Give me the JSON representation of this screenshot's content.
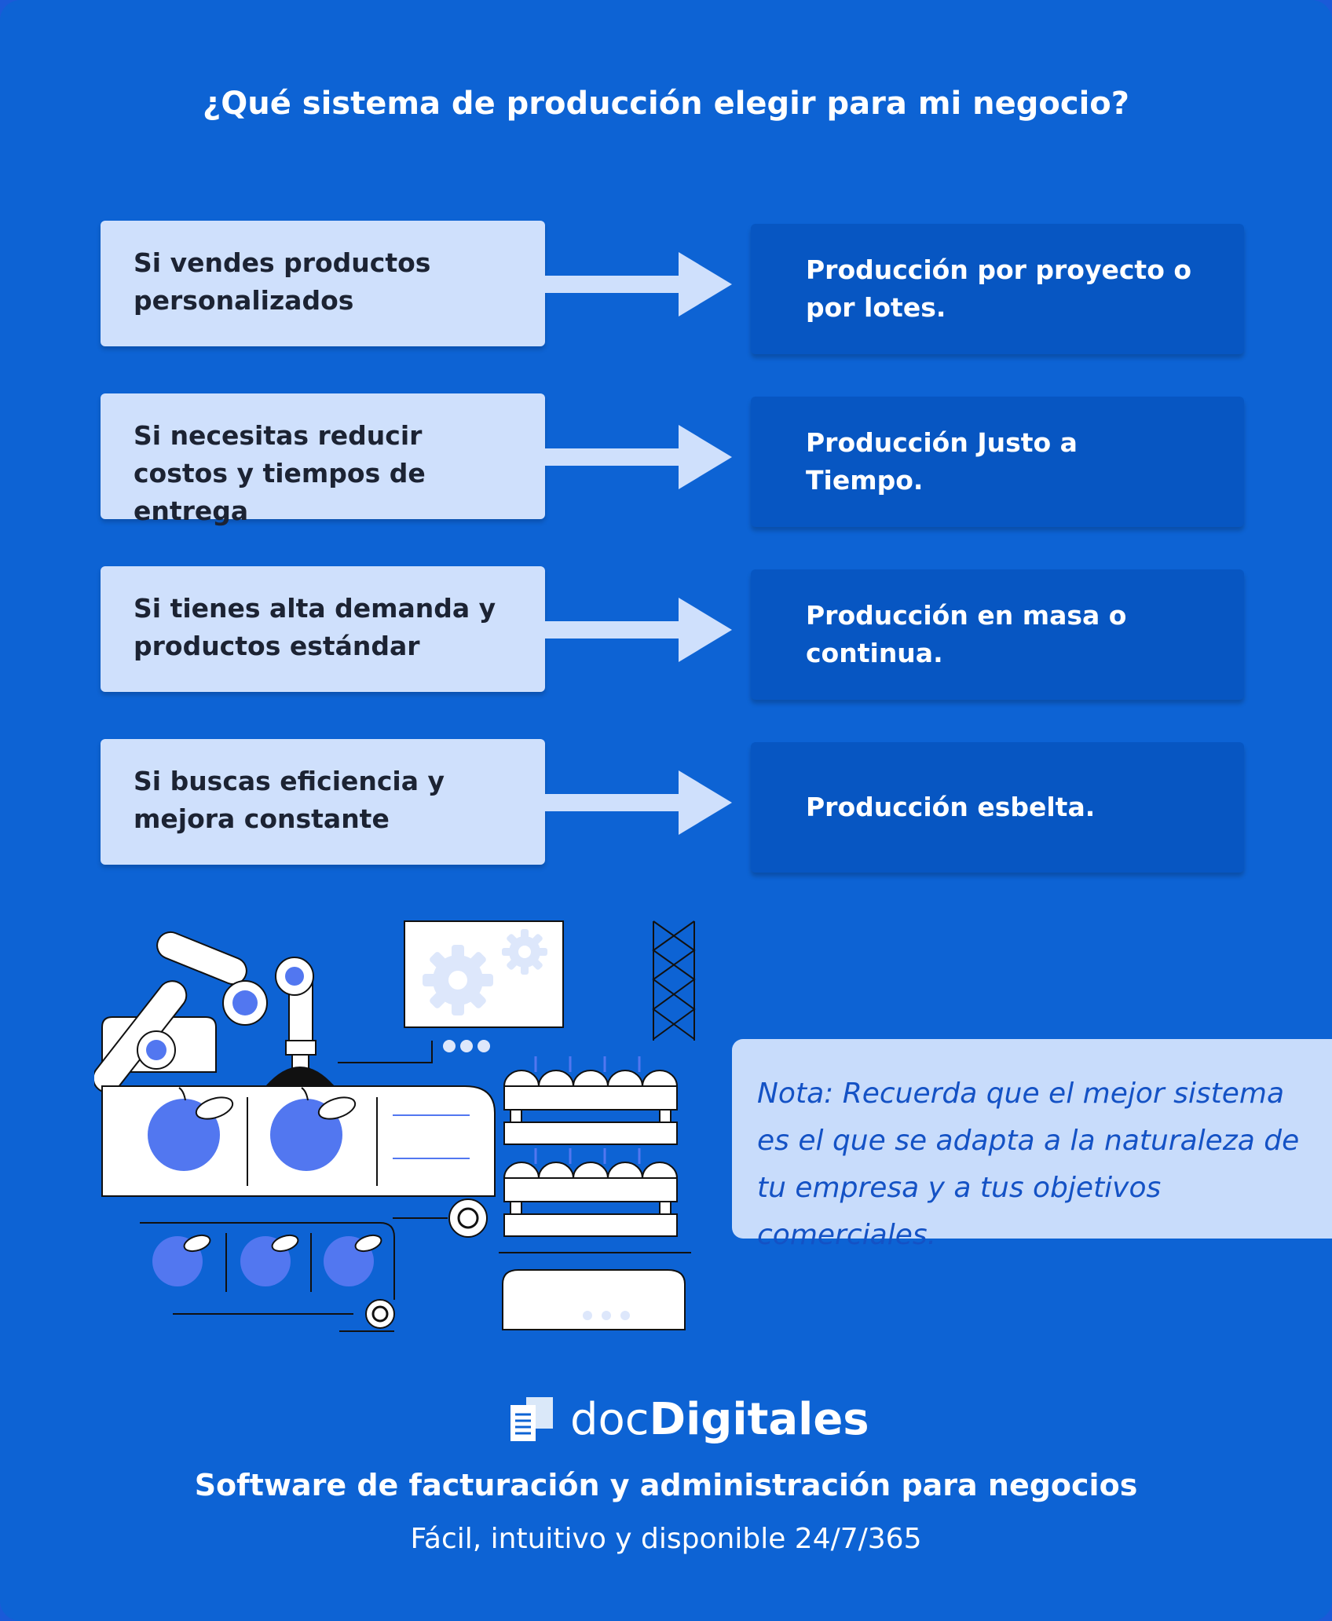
{
  "title": "¿Qué sistema de producción elegir para mi negocio?",
  "rows": [
    {
      "condition": " Si vendes productos personalizados",
      "result": "Producción por proyecto o por lotes."
    },
    {
      "condition": "Si necesitas reducir costos y tiempos de entrega",
      "result": "Producción Justo a Tiempo."
    },
    {
      "condition": "Si tienes alta demanda y productos estándar",
      "result": "Producción en masa o continua."
    },
    {
      "condition": "Si buscas eficiencia y mejora constante",
      "result": "Producción esbelta."
    }
  ],
  "note": "Nota: Recuerda que el mejor sistema es el que se adapta a la naturaleza de tu empresa y a tus objetivos comerciales.",
  "brand": {
    "prefix": "doc",
    "name": "Digitales"
  },
  "tagline": "Software de facturación y administración para negocios",
  "subtagline": "Fácil, intuitivo y disponible 24/7/365",
  "colors": {
    "background": "#0d63d4",
    "condition_box": "#cfe0fc",
    "result_box": "#0756c2",
    "accent_fruit": "#5277f0",
    "note_box": "#c8dcfb"
  },
  "icons": [
    "arrow-right-icon",
    "gear-icon",
    "fruit-icon",
    "robot-arm-icon",
    "document-logo-icon"
  ]
}
